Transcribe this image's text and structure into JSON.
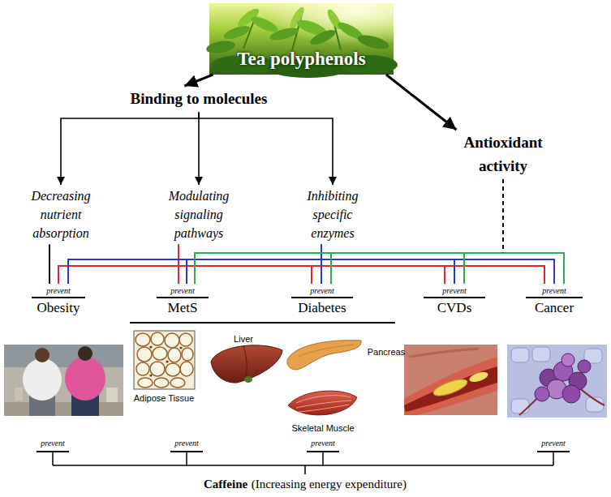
{
  "diagram": {
    "nodes": [
      {
        "text": [
          "Tea polyphenols"
        ]
      },
      {
        "text": [
          "Binding to molecules"
        ]
      },
      {
        "text": [
          "Antioxidant activity"
        ]
      },
      {
        "text": [
          "Decreasing nutrient absorption"
        ]
      },
      {
        "text": [
          "Modulating signaling pathways"
        ]
      },
      {
        "text": [
          "Inhibiting specific enzymes"
        ]
      },
      {
        "text": [
          "prevent",
          "Obesity"
        ]
      },
      {
        "text": [
          "prevent",
          "MetS"
        ]
      },
      {
        "text": [
          "prevent",
          "Diabetes"
        ]
      },
      {
        "text": [
          "prevent",
          "CVDs"
        ]
      },
      {
        "text": [
          "prevent",
          "Cancer"
        ]
      },
      {
        "text": [
          "Caffeine",
          "(Increasing energy expenditure)"
        ]
      }
    ],
    "edges": [
      {
        "from": 0,
        "to": 1,
        "arrow": "to"
      },
      {
        "from": 0,
        "to": 2,
        "arrow": "to"
      },
      {
        "from": 1,
        "to": 3,
        "arrow": "to"
      },
      {
        "from": 1,
        "to": 4,
        "arrow": "to"
      },
      {
        "from": 1,
        "to": 5,
        "arrow": "to"
      },
      {
        "from": 3,
        "to": 6,
        "arrow": "none"
      },
      {
        "from": 4,
        "to": 6,
        "arrow": "none"
      },
      {
        "from": 4,
        "to": 7,
        "arrow": "none"
      },
      {
        "from": 4,
        "to": 8,
        "arrow": "none"
      },
      {
        "from": 4,
        "to": 9,
        "arrow": "none"
      },
      {
        "from": 4,
        "to": 10,
        "arrow": "none"
      },
      {
        "from": 5,
        "to": 6,
        "arrow": "none"
      },
      {
        "from": 5,
        "to": 7,
        "arrow": "none"
      },
      {
        "from": 5,
        "to": 8,
        "arrow": "none"
      },
      {
        "from": 5,
        "to": 9,
        "arrow": "none"
      },
      {
        "from": 5,
        "to": 10,
        "arrow": "none"
      },
      {
        "from": 2,
        "to": 7,
        "arrow": "none"
      },
      {
        "from": 2,
        "to": 8,
        "arrow": "none"
      },
      {
        "from": 2,
        "to": 9,
        "arrow": "none"
      },
      {
        "from": 2,
        "to": 10,
        "arrow": "none"
      }
    ],
    "labels": [
      "Adipose Tissue",
      "Liver",
      "Pancreas",
      "Skeletal Muscle",
      "prevent",
      "prevent",
      "prevent",
      "prevent"
    ]
  }
}
